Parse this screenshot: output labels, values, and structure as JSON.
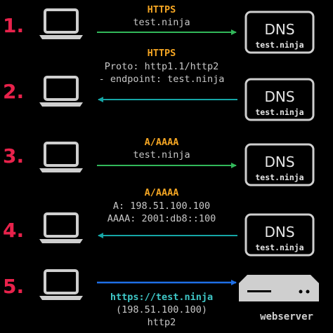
{
  "steps": [
    {
      "number": "1.",
      "proto": "HTTPS",
      "lines": [
        "test.ninja"
      ],
      "direction": "right",
      "arrow_color": "#32b85a",
      "server": {
        "title": "DNS",
        "sub": "test.ninja"
      }
    },
    {
      "number": "2.",
      "proto": "HTTPS",
      "lines": [
        "Proto: http1.1/http2",
        "- endpoint: test.ninja"
      ],
      "direction": "left",
      "arrow_color": "#16a6a6",
      "server": {
        "title": "DNS",
        "sub": "test.ninja"
      }
    },
    {
      "number": "3.",
      "proto": "A/AAAA",
      "lines": [
        "test.ninja"
      ],
      "direction": "right",
      "arrow_color": "#32b85a",
      "server": {
        "title": "DNS",
        "sub": "test.ninja"
      }
    },
    {
      "number": "4.",
      "proto": "A/AAAA",
      "lines": [
        "A: 198.51.100.100",
        "AAAA: 2001:db8::100"
      ],
      "direction": "left",
      "arrow_color": "#16a6a6",
      "server": {
        "title": "DNS",
        "sub": "test.ninja"
      }
    },
    {
      "number": "5.",
      "url": "https://test.ninja",
      "lines": [
        "(198.51.100.100)",
        "http2"
      ],
      "direction": "right",
      "arrow_color": "#1e6fe6",
      "webserver_label": "webserver"
    }
  ],
  "colors": {
    "step_number": "#e8224b",
    "proto_label": "#f5a623",
    "url_label": "#3fc7c7",
    "device": "#cfcfcf"
  },
  "icons": {
    "client": "laptop-icon",
    "server": "server-icon"
  }
}
